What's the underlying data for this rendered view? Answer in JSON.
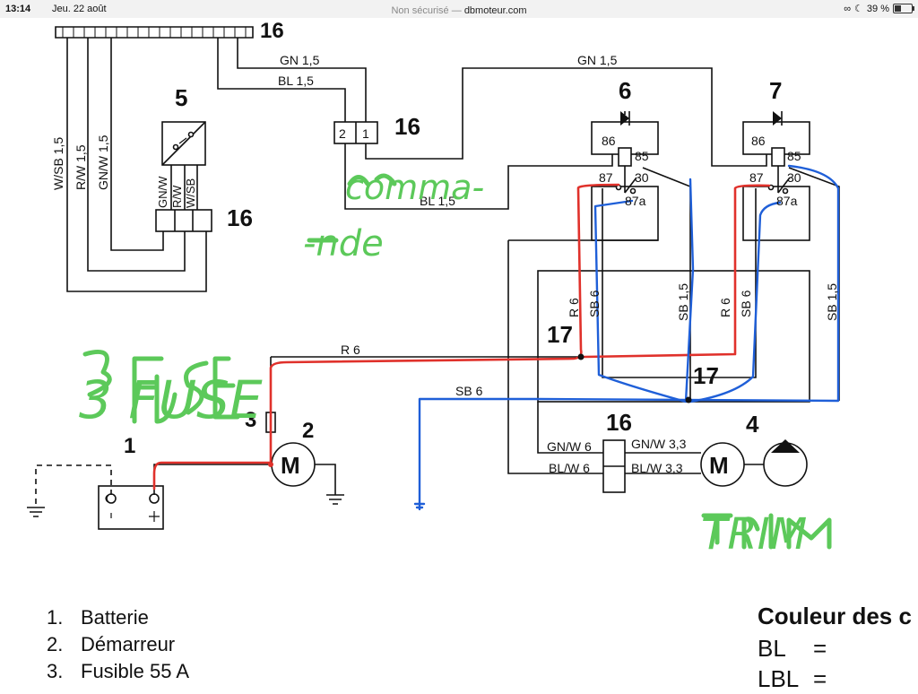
{
  "status_bar": {
    "time": "13:14",
    "date": "Jeu. 22 août",
    "security": "Non sécurisé",
    "separator": "—",
    "domain": "dbmoteur.com",
    "battery": "39 %",
    "battery_level": 0.39
  },
  "diagram": {
    "component_numbers": {
      "n5": "5",
      "n16_top": "16",
      "n16_left": "16",
      "n6": "6",
      "n7": "7",
      "n17_left": "17",
      "n17_right": "17",
      "n3": "3",
      "n2": "2",
      "n1": "1",
      "n16_bottom": "16",
      "n4": "4",
      "n_top_partial": "16"
    },
    "wire_labels": {
      "gn_top_left": "GN 1,5",
      "bl_top_left": "BL 1,5",
      "gn_top_right": "GN 1,5",
      "bl_mid": "BL 1,5",
      "wsb_vert": "W/SB 1,5",
      "rw_vert": "R/W 1,5",
      "gnw_vert": "GN/W 1,5",
      "sw_gnw": "GN/W",
      "sw_rw": "R/W",
      "sw_wsb": "W/SB",
      "r6_a": "R 6",
      "sb6_a": "SB 6",
      "sb15_a": "SB 1,5",
      "r6_b": "R 6",
      "sb6_b": "SB 6",
      "sb15_b": "SB 1,5",
      "r6_h": "R 6",
      "sb6_h": "SB 6",
      "gnw6": "GN/W 6",
      "blw6": "BL/W 6",
      "gnw33": "GN/W 3,3",
      "blw33": "BL/W 3,3"
    },
    "connector_pins": {
      "pin2": "2",
      "pin1": "1"
    },
    "relay6": {
      "p86": "86",
      "p85": "85",
      "p87": "87",
      "p30": "30",
      "p87a": "87a"
    },
    "relay7": {
      "p86": "86",
      "p85": "85",
      "p87": "87",
      "p30": "30",
      "p87a": "87a"
    },
    "motor_letter": "M",
    "handwritten": {
      "commande_1": "comma-",
      "commande_2": "-nde",
      "fuse": "3 FUSE",
      "trim": "TRIM"
    },
    "annotation_colors": {
      "red": "#e0312b",
      "blue": "#1f5fd8",
      "green": "#5cc95a"
    }
  },
  "legend": {
    "items": [
      {
        "num": "1.",
        "label": "Batterie"
      },
      {
        "num": "2.",
        "label": "Démarreur"
      },
      {
        "num": "3.",
        "label": "Fusible 55 A"
      }
    ]
  },
  "color_table": {
    "title": "Couleur des c",
    "rows": [
      {
        "code": "BL",
        "eq": "="
      },
      {
        "code": "LBL",
        "eq": "="
      }
    ]
  }
}
